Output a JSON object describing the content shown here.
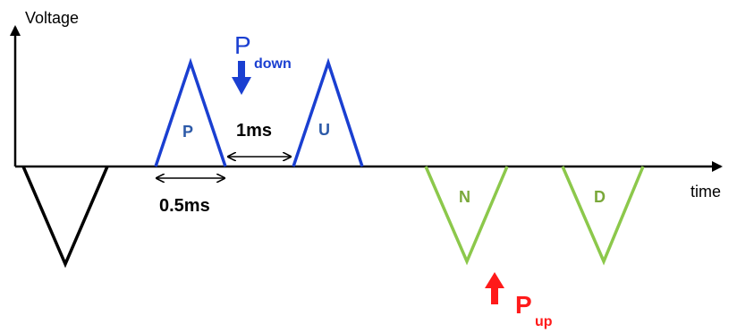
{
  "labels": {
    "y_axis": "Voltage",
    "x_axis": "time",
    "pulse_p": "P",
    "pulse_u": "U",
    "pulse_n": "N",
    "pulse_d": "D",
    "width_label": "0.5ms",
    "gap_label": "1ms",
    "p_down_main": "P",
    "p_down_sub": "down",
    "p_up_main": "P",
    "p_up_sub": "up"
  },
  "colors": {
    "axis": "#000000",
    "blue_pulse": "#1a3fd1",
    "green_pulse": "#8cc84b",
    "black_pulse": "#000000",
    "p_down": "#1a3fd1",
    "p_up": "#ff1a1a",
    "label_blue": "#2d5aa8",
    "label_green": "#7aa83a"
  },
  "icons": {
    "down_arrow": "arrow-down-icon",
    "up_arrow": "arrow-up-icon",
    "double_arrow": "double-arrow-icon"
  }
}
